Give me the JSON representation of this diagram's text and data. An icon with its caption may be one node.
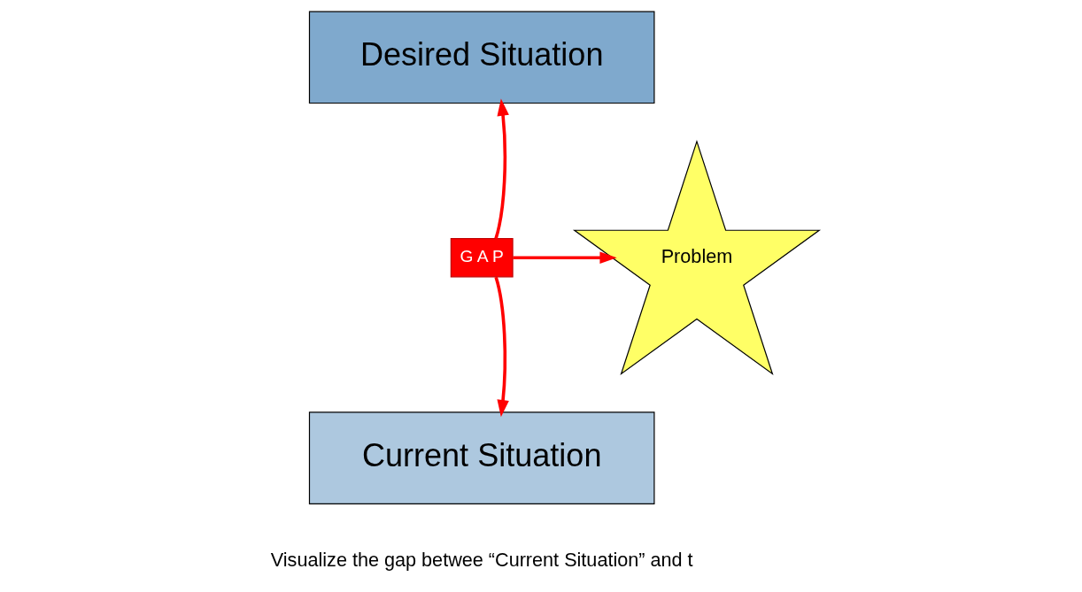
{
  "diagram": {
    "nodes": [
      {
        "text": [
          "Desired Situation"
        ]
      },
      {
        "text": [
          "G A P"
        ]
      },
      {
        "text": [
          "Problem"
        ]
      },
      {
        "text": [
          "Current Situation"
        ]
      }
    ],
    "edges": [
      {
        "from": 1,
        "to": 0,
        "arrow": "to"
      },
      {
        "from": 1,
        "to": 3,
        "arrow": "to"
      },
      {
        "from": 1,
        "to": 2,
        "arrow": "to"
      }
    ],
    "labels": [
      "Visualize the gap betwee “Current Situation” and t"
    ]
  }
}
